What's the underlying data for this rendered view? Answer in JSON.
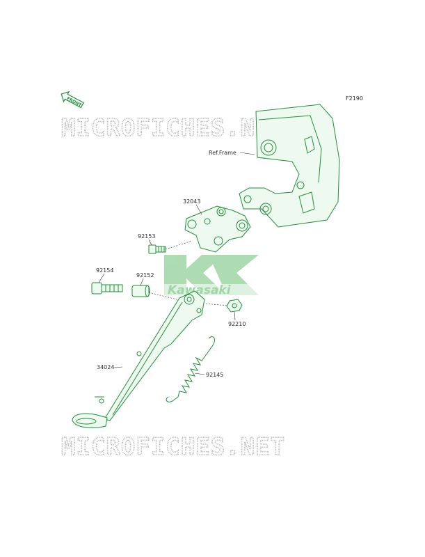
{
  "diagram_code": "F2190",
  "ref_frame_label": "Ref.Frame",
  "front_arrow_label": "FRONT",
  "watermark_text": "MICROFICHES.NET",
  "brand_logo_text": "Kawasaki",
  "parts": [
    {
      "number": "32043"
    },
    {
      "number": "92153"
    },
    {
      "number": "92154"
    },
    {
      "number": "92152"
    },
    {
      "number": "92210"
    },
    {
      "number": "34024"
    },
    {
      "number": "92145"
    }
  ],
  "colors": {
    "line_art": "#1e8f3a",
    "logo": "#9fd7a5",
    "watermark": "#b9b9b9"
  }
}
